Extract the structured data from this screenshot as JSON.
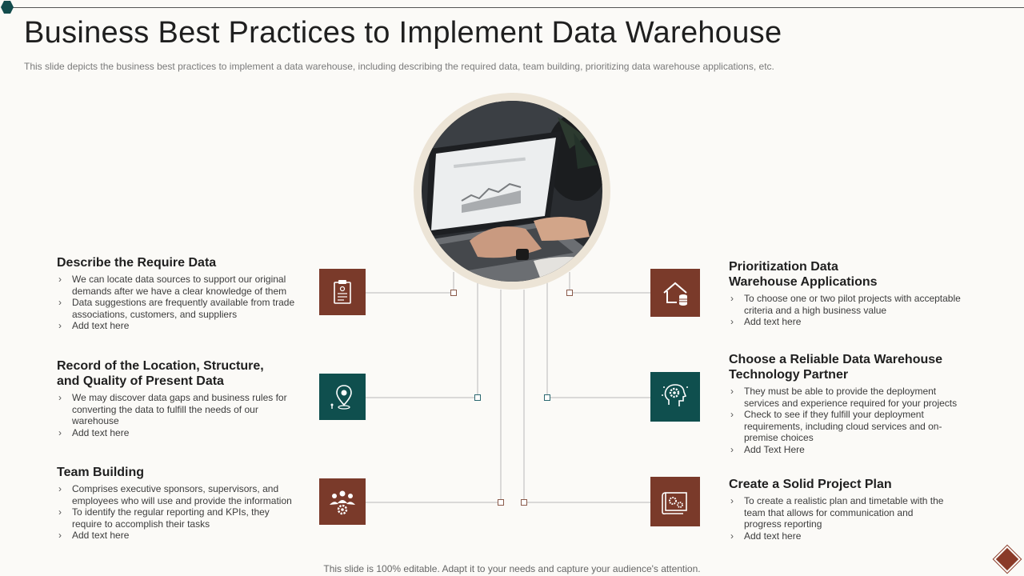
{
  "slide": {
    "title": "Business Best Practices to Implement Data Warehouse",
    "subtitle": "This slide depicts the business best practices to implement a data warehouse, including describing the required data, team building, prioritizing data warehouse applications, etc.",
    "footer": "This slide is 100% editable. Adapt it to your needs and capture your audience's attention."
  },
  "colors": {
    "accent_rust": "#7a3a2a",
    "accent_teal": "#0f4f4e",
    "background": "#fbfaf7"
  },
  "left": [
    {
      "heading": "Describe the Require Data",
      "icon": "clipboard-icon",
      "bullets": [
        "We can locate data sources to support our original demands after we have a clear knowledge of them",
        "Data suggestions are frequently available from trade associations, customers, and suppliers",
        "Add text here"
      ]
    },
    {
      "heading": "Record of the Location, Structure, and Quality  of Present Data",
      "icon": "location-pin-icon",
      "bullets": [
        "We may discover data gaps and business rules for converting the data to fulfill the needs of our warehouse",
        "Add text here"
      ]
    },
    {
      "heading": "Team Building",
      "icon": "team-gear-icon",
      "bullets": [
        "Comprises executive sponsors, supervisors, and employees who will use and provide the information",
        "To identify the regular reporting and KPIs, they require to accomplish their tasks",
        "Add text here"
      ]
    }
  ],
  "right": [
    {
      "heading": "Prioritization Data Warehouse Applications",
      "icon": "house-database-icon",
      "bullets": [
        "To choose one or two pilot projects with acceptable criteria and a high business value",
        "Add text here"
      ]
    },
    {
      "heading": "Choose a Reliable Data Warehouse Technology Partner",
      "icon": "head-gear-icon",
      "bullets": [
        "They must be able to provide the deployment services and experience required for your projects",
        "Check to  see if they fulfill your deployment requirements, including cloud services and on-premise choices",
        "Add Text Here"
      ]
    },
    {
      "heading": "Create a Solid Project Plan",
      "icon": "blueprint-gears-icon",
      "bullets": [
        "To create a realistic plan and timetable with the team that allows for communication and progress reporting",
        "Add text here"
      ]
    }
  ]
}
